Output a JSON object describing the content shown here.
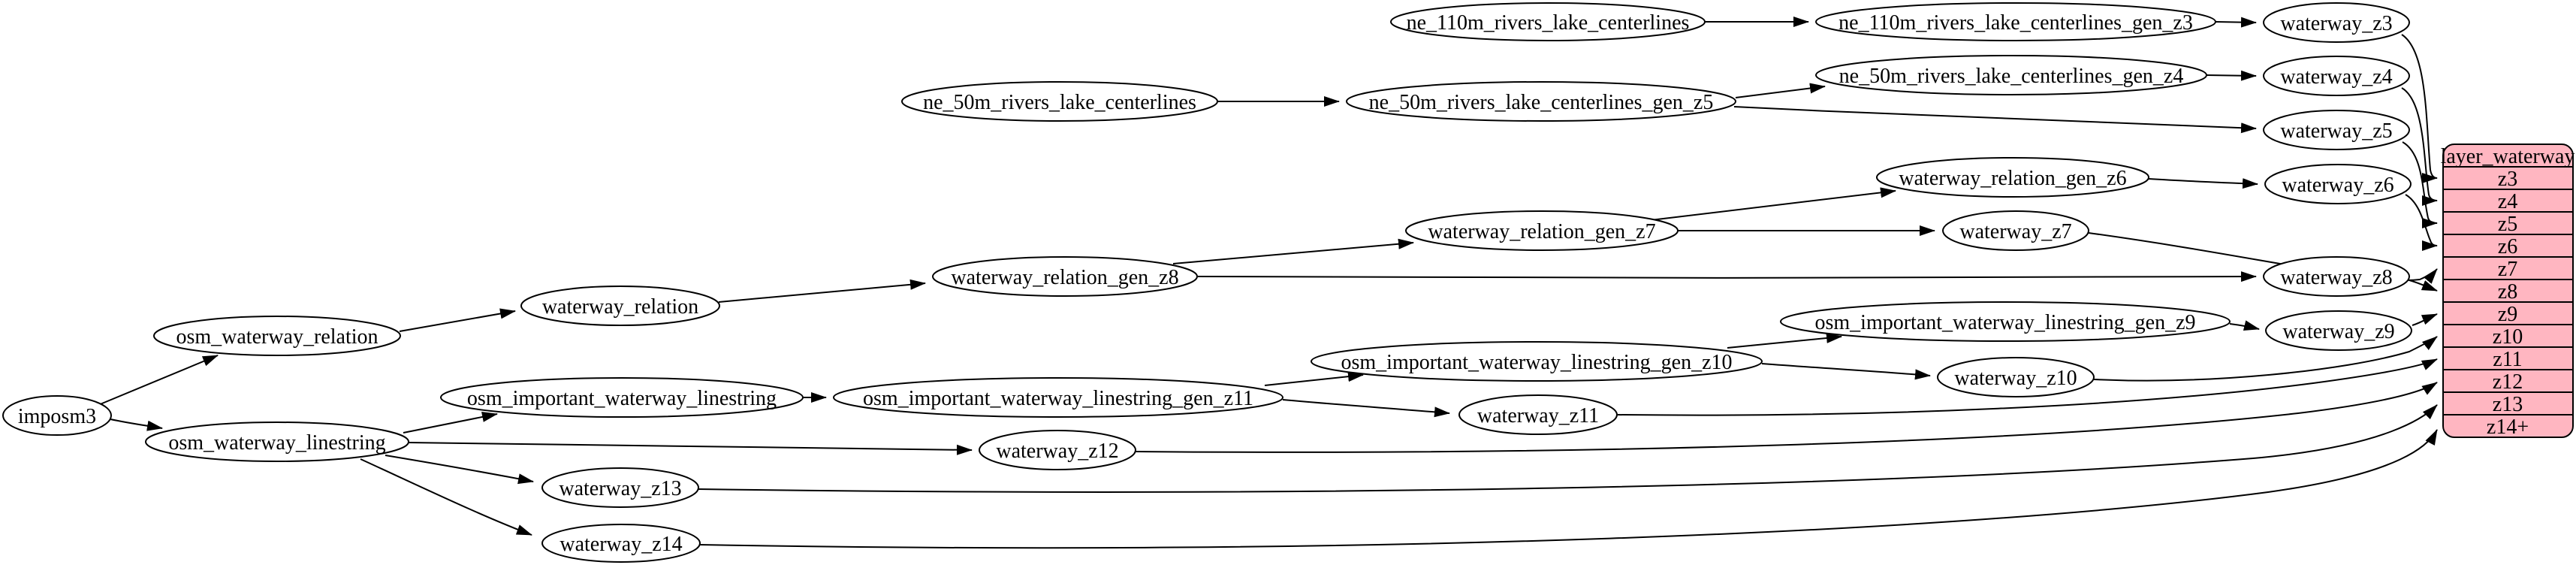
{
  "colors": {
    "background": "#ffffff",
    "edge": "#000000",
    "node_fill": "#ffffff",
    "node_stroke": "#000000",
    "table_fill": "#ffb6c1",
    "text": "#000000"
  },
  "nodes": {
    "imposm3": {
      "label": "imposm3"
    },
    "osm_waterway_relation": {
      "label": "osm_waterway_relation"
    },
    "osm_waterway_linestring": {
      "label": "osm_waterway_linestring"
    },
    "waterway_relation": {
      "label": "waterway_relation"
    },
    "waterway_relation_gen_z8": {
      "label": "waterway_relation_gen_z8"
    },
    "waterway_relation_gen_z7": {
      "label": "waterway_relation_gen_z7"
    },
    "waterway_relation_gen_z6": {
      "label": "waterway_relation_gen_z6"
    },
    "osm_important_waterway_linestring": {
      "label": "osm_important_waterway_linestring"
    },
    "osm_important_waterway_linestring_gen_z11": {
      "label": "osm_important_waterway_linestring_gen_z11"
    },
    "osm_important_waterway_linestring_gen_z10": {
      "label": "osm_important_waterway_linestring_gen_z10"
    },
    "osm_important_waterway_linestring_gen_z9": {
      "label": "osm_important_waterway_linestring_gen_z9"
    },
    "ne_110m_rivers_lake_centerlines": {
      "label": "ne_110m_rivers_lake_centerlines"
    },
    "ne_110m_rivers_lake_centerlines_gen_z3": {
      "label": "ne_110m_rivers_lake_centerlines_gen_z3"
    },
    "ne_50m_rivers_lake_centerlines": {
      "label": "ne_50m_rivers_lake_centerlines"
    },
    "ne_50m_rivers_lake_centerlines_gen_z5": {
      "label": "ne_50m_rivers_lake_centerlines_gen_z5"
    },
    "ne_50m_rivers_lake_centerlines_gen_z4": {
      "label": "ne_50m_rivers_lake_centerlines_gen_z4"
    },
    "waterway_z3": {
      "label": "waterway_z3"
    },
    "waterway_z4": {
      "label": "waterway_z4"
    },
    "waterway_z5": {
      "label": "waterway_z5"
    },
    "waterway_z6": {
      "label": "waterway_z6"
    },
    "waterway_z7": {
      "label": "waterway_z7"
    },
    "waterway_z8": {
      "label": "waterway_z8"
    },
    "waterway_z9": {
      "label": "waterway_z9"
    },
    "waterway_z10": {
      "label": "waterway_z10"
    },
    "waterway_z11": {
      "label": "waterway_z11"
    },
    "waterway_z12": {
      "label": "waterway_z12"
    },
    "waterway_z13": {
      "label": "waterway_z13"
    },
    "waterway_z14": {
      "label": "waterway_z14"
    }
  },
  "table": {
    "title": "layer_waterway",
    "rows": [
      "z3",
      "z4",
      "z5",
      "z6",
      "z7",
      "z8",
      "z9",
      "z10",
      "z11",
      "z12",
      "z13",
      "z14+"
    ]
  },
  "edges": [
    {
      "from": "imposm3",
      "to": "osm_waterway_relation"
    },
    {
      "from": "imposm3",
      "to": "osm_waterway_linestring"
    },
    {
      "from": "osm_waterway_relation",
      "to": "waterway_relation"
    },
    {
      "from": "waterway_relation",
      "to": "waterway_relation_gen_z8"
    },
    {
      "from": "waterway_relation_gen_z8",
      "to": "waterway_relation_gen_z7"
    },
    {
      "from": "waterway_relation_gen_z8",
      "to": "waterway_z8"
    },
    {
      "from": "waterway_relation_gen_z7",
      "to": "waterway_relation_gen_z6"
    },
    {
      "from": "waterway_relation_gen_z7",
      "to": "waterway_z7"
    },
    {
      "from": "waterway_relation_gen_z6",
      "to": "waterway_z6"
    },
    {
      "from": "osm_waterway_linestring",
      "to": "osm_important_waterway_linestring"
    },
    {
      "from": "osm_waterway_linestring",
      "to": "waterway_z12"
    },
    {
      "from": "osm_waterway_linestring",
      "to": "waterway_z13"
    },
    {
      "from": "osm_waterway_linestring",
      "to": "waterway_z14"
    },
    {
      "from": "osm_important_waterway_linestring",
      "to": "osm_important_waterway_linestring_gen_z11"
    },
    {
      "from": "osm_important_waterway_linestring_gen_z11",
      "to": "osm_important_waterway_linestring_gen_z10"
    },
    {
      "from": "osm_important_waterway_linestring_gen_z11",
      "to": "waterway_z11"
    },
    {
      "from": "osm_important_waterway_linestring_gen_z10",
      "to": "osm_important_waterway_linestring_gen_z9"
    },
    {
      "from": "osm_important_waterway_linestring_gen_z10",
      "to": "waterway_z10"
    },
    {
      "from": "osm_important_waterway_linestring_gen_z9",
      "to": "waterway_z9"
    },
    {
      "from": "ne_110m_rivers_lake_centerlines",
      "to": "ne_110m_rivers_lake_centerlines_gen_z3"
    },
    {
      "from": "ne_110m_rivers_lake_centerlines_gen_z3",
      "to": "waterway_z3"
    },
    {
      "from": "ne_50m_rivers_lake_centerlines",
      "to": "ne_50m_rivers_lake_centerlines_gen_z5"
    },
    {
      "from": "ne_50m_rivers_lake_centerlines_gen_z5",
      "to": "ne_50m_rivers_lake_centerlines_gen_z4"
    },
    {
      "from": "ne_50m_rivers_lake_centerlines_gen_z5",
      "to": "waterway_z5"
    },
    {
      "from": "ne_50m_rivers_lake_centerlines_gen_z4",
      "to": "waterway_z4"
    },
    {
      "from": "waterway_z3",
      "to": "layer_waterway.z3"
    },
    {
      "from": "waterway_z4",
      "to": "layer_waterway.z4"
    },
    {
      "from": "waterway_z5",
      "to": "layer_waterway.z5"
    },
    {
      "from": "waterway_z6",
      "to": "layer_waterway.z6"
    },
    {
      "from": "waterway_z7",
      "to": "layer_waterway.z7"
    },
    {
      "from": "waterway_z8",
      "to": "layer_waterway.z8"
    },
    {
      "from": "waterway_z9",
      "to": "layer_waterway.z9"
    },
    {
      "from": "waterway_z10",
      "to": "layer_waterway.z10"
    },
    {
      "from": "waterway_z11",
      "to": "layer_waterway.z11"
    },
    {
      "from": "waterway_z12",
      "to": "layer_waterway.z12"
    },
    {
      "from": "waterway_z13",
      "to": "layer_waterway.z13"
    },
    {
      "from": "waterway_z14",
      "to": "layer_waterway.z14+"
    }
  ]
}
